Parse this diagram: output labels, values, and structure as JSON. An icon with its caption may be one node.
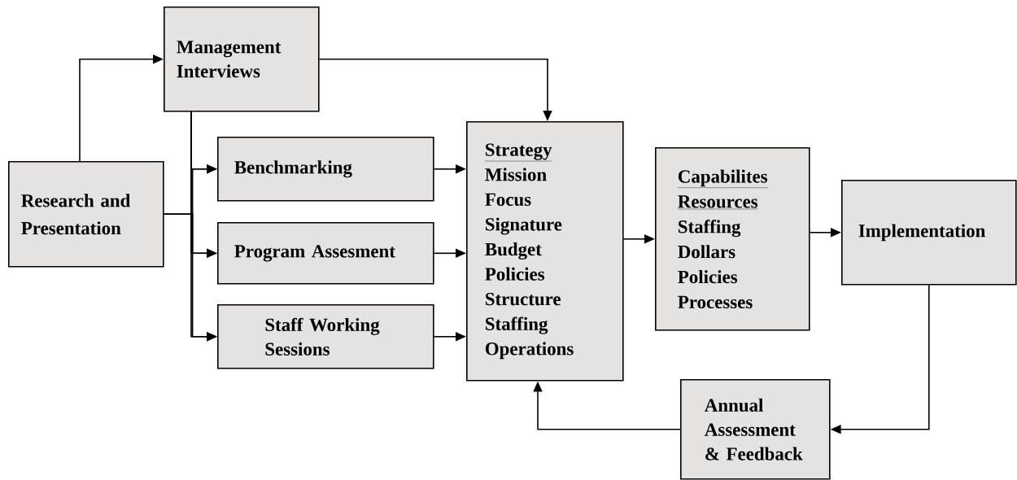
{
  "diagram": {
    "nodes": [
      {
        "text": [
          "Research and Presentation"
        ]
      },
      {
        "text": [
          "Management Interviews"
        ]
      },
      {
        "text": [
          "Benchmarking"
        ]
      },
      {
        "text": [
          "Program Assesment"
        ]
      },
      {
        "text": [
          "Staff Working Sessions"
        ]
      },
      {
        "text": [
          "Strategy",
          "Mission",
          "Focus",
          "Signature",
          "Budget",
          "Policies",
          "Structure",
          "Staffing",
          "Operations"
        ]
      },
      {
        "text": [
          "Capabilites",
          "Resources",
          "Staffing",
          "Dollars",
          "Policies",
          "Processes"
        ]
      },
      {
        "text": [
          "Implementation"
        ]
      },
      {
        "text": [
          "Annual Assessment & Feedback"
        ]
      }
    ],
    "edges": [
      {
        "from": 0,
        "to": 1,
        "arrow": "to"
      },
      {
        "from": 0,
        "to": 2,
        "arrow": "to"
      },
      {
        "from": 0,
        "to": 3,
        "arrow": "to"
      },
      {
        "from": 0,
        "to": 4,
        "arrow": "to"
      },
      {
        "from": 1,
        "to": 2,
        "arrow": "to"
      },
      {
        "from": 1,
        "to": 3,
        "arrow": "to"
      },
      {
        "from": 1,
        "to": 4,
        "arrow": "to"
      },
      {
        "from": 1,
        "to": 5,
        "arrow": "to"
      },
      {
        "from": 2,
        "to": 5,
        "arrow": "to"
      },
      {
        "from": 3,
        "to": 5,
        "arrow": "to"
      },
      {
        "from": 4,
        "to": 5,
        "arrow": "to"
      },
      {
        "from": 5,
        "to": 6,
        "arrow": "to"
      },
      {
        "from": 6,
        "to": 7,
        "arrow": "to"
      },
      {
        "from": 7,
        "to": 8,
        "arrow": "to"
      },
      {
        "from": 8,
        "to": 5,
        "arrow": "to"
      }
    ]
  }
}
